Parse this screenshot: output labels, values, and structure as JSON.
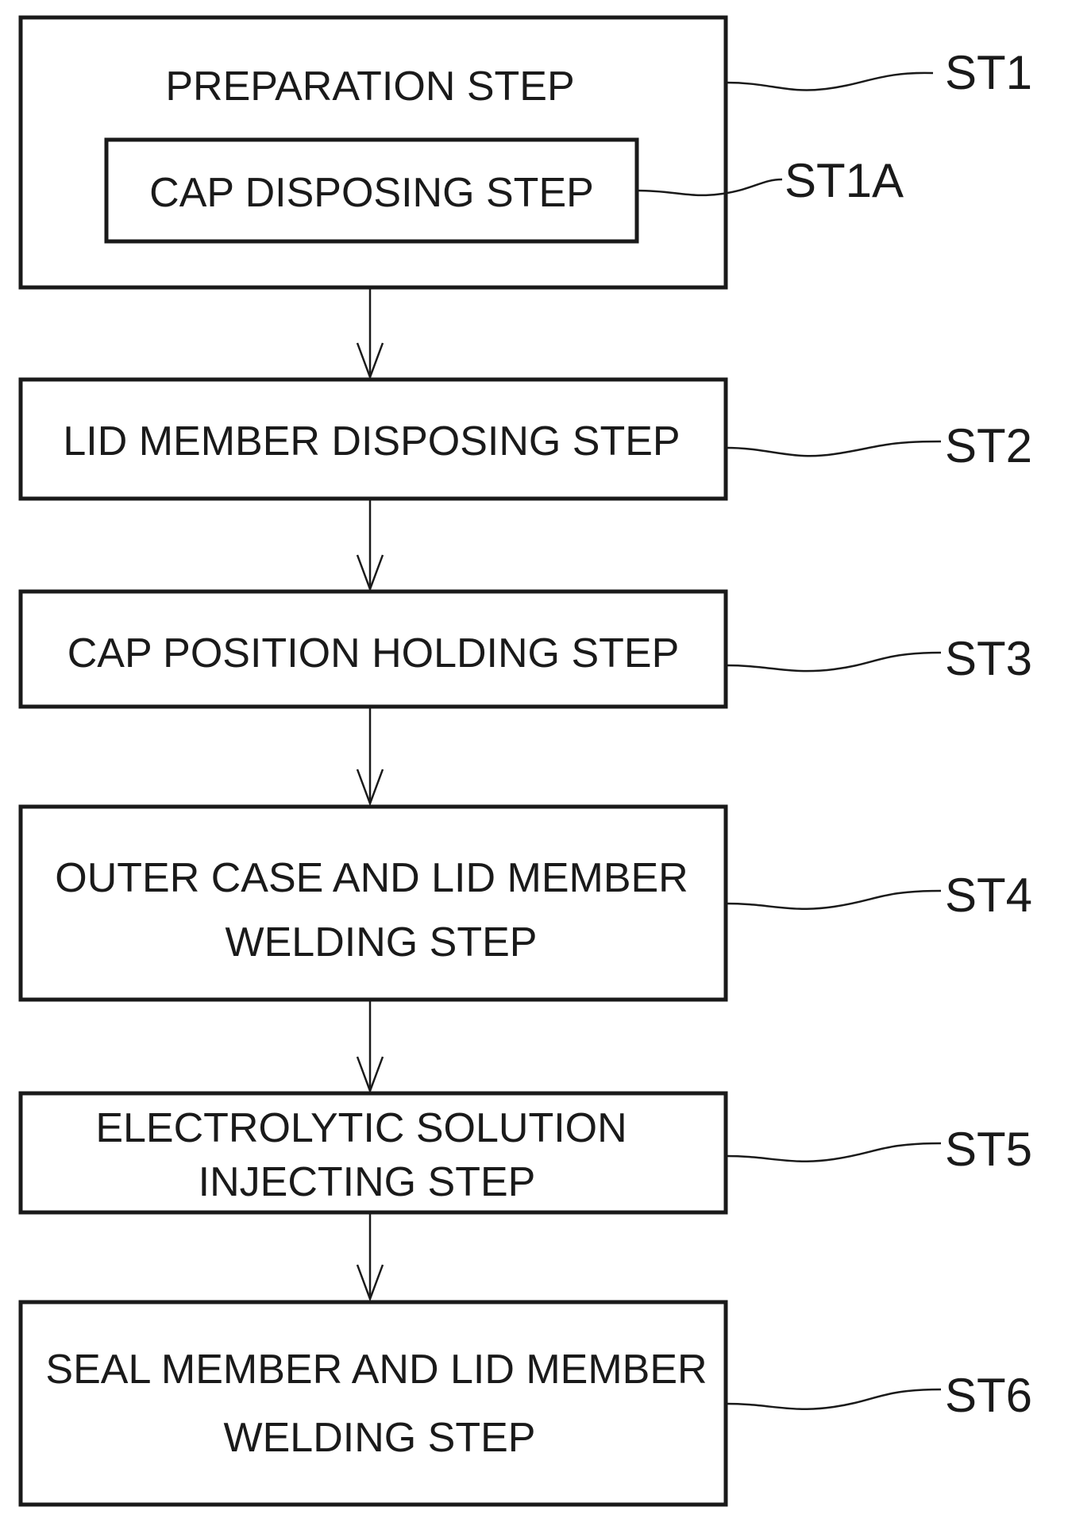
{
  "steps": {
    "st1": {
      "title": "PREPARATION STEP",
      "label": "ST1"
    },
    "st1a": {
      "title": "CAP DISPOSING STEP",
      "label": "ST1A"
    },
    "st2": {
      "title": "LID MEMBER DISPOSING STEP",
      "label": "ST2"
    },
    "st3": {
      "title": "CAP POSITION HOLDING STEP",
      "label": "ST3"
    },
    "st4": {
      "line1": "OUTER CASE AND LID MEMBER",
      "line2": "WELDING STEP",
      "label": "ST4"
    },
    "st5": {
      "line1": "ELECTROLYTIC SOLUTION",
      "line2": "INJECTING STEP",
      "label": "ST5"
    },
    "st6": {
      "line1": "SEAL MEMBER AND LID MEMBER",
      "line2": "WELDING STEP",
      "label": "ST6"
    }
  },
  "colors": {
    "line": "#1a1a1a",
    "background": "#ffffff"
  }
}
